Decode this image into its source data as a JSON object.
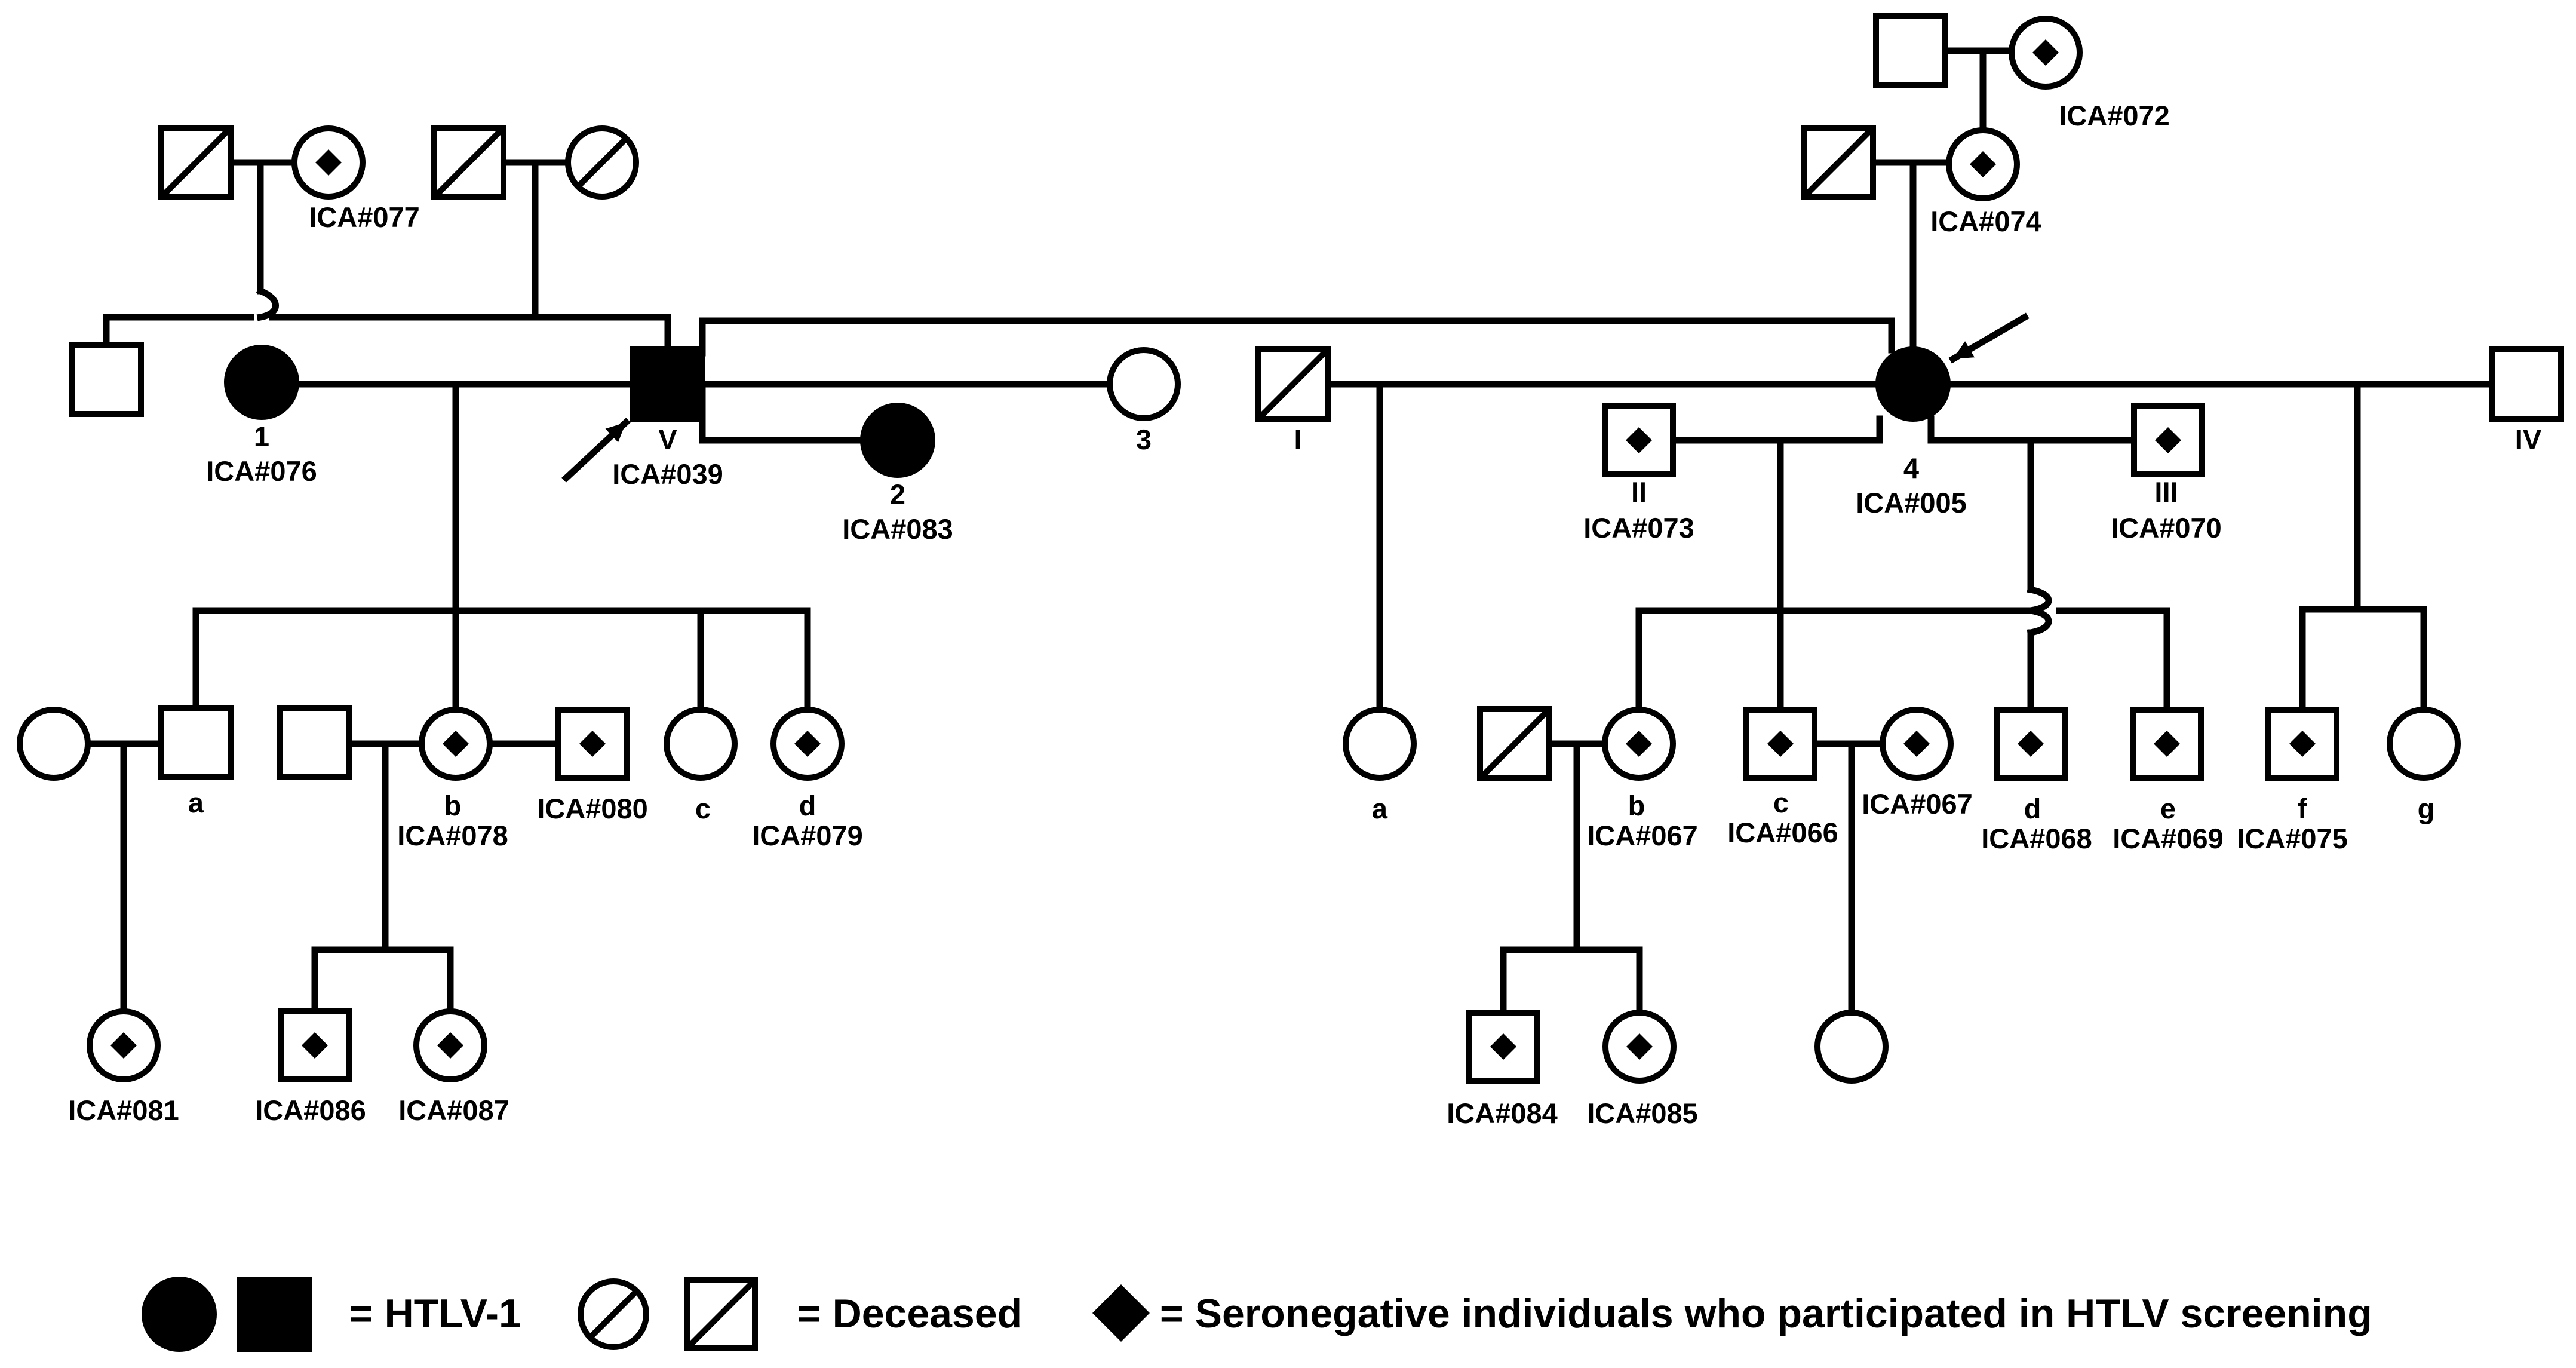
{
  "people": [
    {
      "id": "p1",
      "sex": "male",
      "deceased": true
    },
    {
      "id": "p2",
      "sex": "female",
      "seronegative": true,
      "labels": [
        "ICA#077"
      ]
    },
    {
      "id": "p3",
      "sex": "male",
      "deceased": true
    },
    {
      "id": "p4",
      "sex": "female",
      "deceased": true
    },
    {
      "id": "p5",
      "sex": "male"
    },
    {
      "id": "p6",
      "sex": "female",
      "affected": true,
      "labels": [
        "1",
        "ICA#076"
      ]
    },
    {
      "id": "p7",
      "sex": "male",
      "affected": true,
      "labels": [
        "V",
        "ICA#039"
      ]
    },
    {
      "id": "p8",
      "sex": "female",
      "affected": true,
      "labels": [
        "2",
        "ICA#083"
      ]
    },
    {
      "id": "p9",
      "sex": "female",
      "labels": [
        "3"
      ]
    },
    {
      "id": "p10",
      "sex": "male"
    },
    {
      "id": "p11",
      "sex": "female",
      "seronegative": true,
      "labels": [
        "ICA#072"
      ]
    },
    {
      "id": "p12",
      "sex": "male",
      "deceased": true
    },
    {
      "id": "p13",
      "sex": "female",
      "seronegative": true,
      "labels": [
        "ICA#074"
      ]
    },
    {
      "id": "p14",
      "sex": "male",
      "deceased": true,
      "labels": [
        "I"
      ]
    },
    {
      "id": "p15",
      "sex": "female",
      "affected": true,
      "labels": [
        "4",
        "ICA#005"
      ]
    },
    {
      "id": "p16",
      "sex": "male",
      "seronegative": true,
      "labels": [
        "II",
        "ICA#073"
      ]
    },
    {
      "id": "p17",
      "sex": "male",
      "seronegative": true,
      "labels": [
        "III",
        "ICA#070"
      ]
    },
    {
      "id": "p18",
      "sex": "male",
      "labels": [
        "IV"
      ]
    },
    {
      "id": "p19",
      "sex": "female"
    },
    {
      "id": "p20",
      "sex": "male",
      "labels": [
        "a"
      ]
    },
    {
      "id": "p21",
      "sex": "male"
    },
    {
      "id": "p22",
      "sex": "female",
      "seronegative": true,
      "labels": [
        "b",
        "ICA#078"
      ]
    },
    {
      "id": "p23",
      "sex": "male",
      "seronegative": true,
      "labels": [
        "ICA#080"
      ]
    },
    {
      "id": "p24",
      "sex": "female",
      "labels": [
        "c"
      ]
    },
    {
      "id": "p25",
      "sex": "female",
      "seronegative": true,
      "labels": [
        "d",
        "ICA#079"
      ]
    },
    {
      "id": "p26",
      "sex": "female",
      "labels": [
        "a"
      ]
    },
    {
      "id": "p27",
      "sex": "male",
      "deceased": true
    },
    {
      "id": "p28",
      "sex": "female",
      "seronegative": true,
      "labels": [
        "b",
        "ICA#067"
      ]
    },
    {
      "id": "p29",
      "sex": "male",
      "seronegative": true,
      "labels": [
        "c",
        "ICA#066"
      ]
    },
    {
      "id": "p30",
      "sex": "female",
      "seronegative": true,
      "labels": [
        "ICA#067"
      ]
    },
    {
      "id": "p31",
      "sex": "male",
      "seronegative": true,
      "labels": [
        "d",
        "ICA#068"
      ]
    },
    {
      "id": "p32",
      "sex": "male",
      "seronegative": true,
      "labels": [
        "e",
        "ICA#069"
      ]
    },
    {
      "id": "p33",
      "sex": "male",
      "seronegative": true,
      "labels": [
        "f",
        "ICA#075"
      ]
    },
    {
      "id": "p34",
      "sex": "female",
      "labels": [
        "g"
      ]
    },
    {
      "id": "p35",
      "sex": "female",
      "seronegative": true,
      "labels": [
        "ICA#081"
      ]
    },
    {
      "id": "p36",
      "sex": "male",
      "seronegative": true,
      "labels": [
        "ICA#086"
      ]
    },
    {
      "id": "p37",
      "sex": "female",
      "seronegative": true,
      "labels": [
        "ICA#087"
      ]
    },
    {
      "id": "p38",
      "sex": "male",
      "seronegative": true,
      "labels": [
        "ICA#084"
      ]
    },
    {
      "id": "p39",
      "sex": "female",
      "seronegative": true,
      "labels": [
        "ICA#085"
      ]
    },
    {
      "id": "p40",
      "sex": "female"
    }
  ],
  "probands": [
    "p7",
    "p15"
  ],
  "legend": {
    "htlv": "= HTLV-1",
    "deceased": "= Deceased",
    "seronegative": "= Seronegative individuals who participated in HTLV screening"
  },
  "colors": {
    "line": "#000000",
    "fill_affected": "#000000",
    "fill_unaffected": "#ffffff",
    "diamond": "#000000"
  }
}
